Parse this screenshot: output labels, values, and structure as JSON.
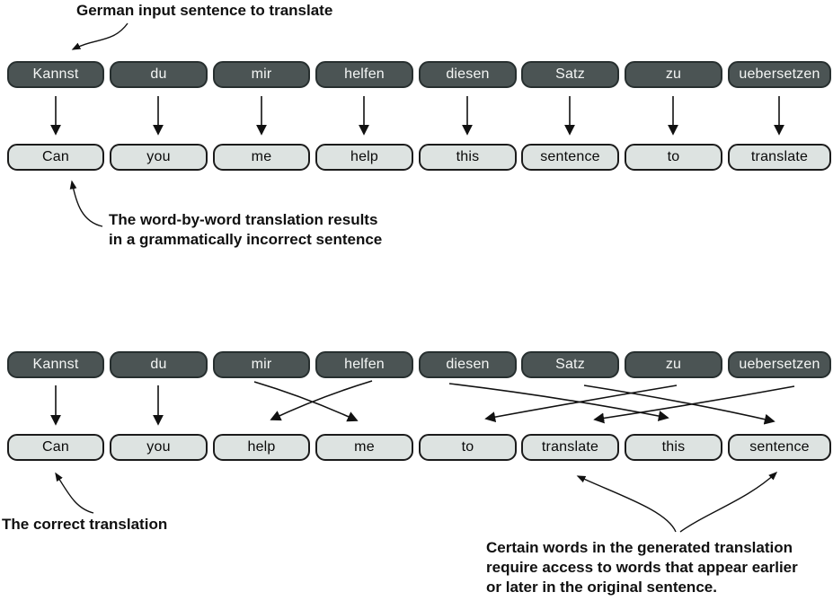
{
  "notes": {
    "top": "German input sentence to translate",
    "word_by_word_line1": "The word-by-word translation results",
    "word_by_word_line2": "in a grammatically incorrect sentence",
    "correct": "The correct translation",
    "context_line1": "Certain words in the generated translation",
    "context_line2": "require access to words that appear earlier",
    "context_line3": "or later in the original sentence."
  },
  "word_by_word": {
    "german": [
      "Kannst",
      "du",
      "mir",
      "helfen",
      "diesen",
      "Satz",
      "zu",
      "uebersetzen"
    ],
    "english": [
      "Can",
      "you",
      "me",
      "help",
      "this",
      "sentence",
      "to",
      "translate"
    ]
  },
  "correct": {
    "german": [
      "Kannst",
      "du",
      "mir",
      "helfen",
      "diesen",
      "Satz",
      "zu",
      "uebersetzen"
    ],
    "english": [
      "Can",
      "you",
      "help",
      "me",
      "to",
      "translate",
      "this",
      "sentence"
    ],
    "alignment": [
      [
        0,
        0
      ],
      [
        1,
        1
      ],
      [
        2,
        3
      ],
      [
        3,
        2
      ],
      [
        4,
        6
      ],
      [
        5,
        7
      ],
      [
        6,
        4
      ],
      [
        7,
        5
      ]
    ]
  },
  "colors": {
    "german_box_fill": "#4b5454",
    "german_box_text": "#f4f6f5",
    "english_box_fill": "#dde3e1",
    "box_border": "#1b1b1b",
    "arrow": "#111111"
  }
}
